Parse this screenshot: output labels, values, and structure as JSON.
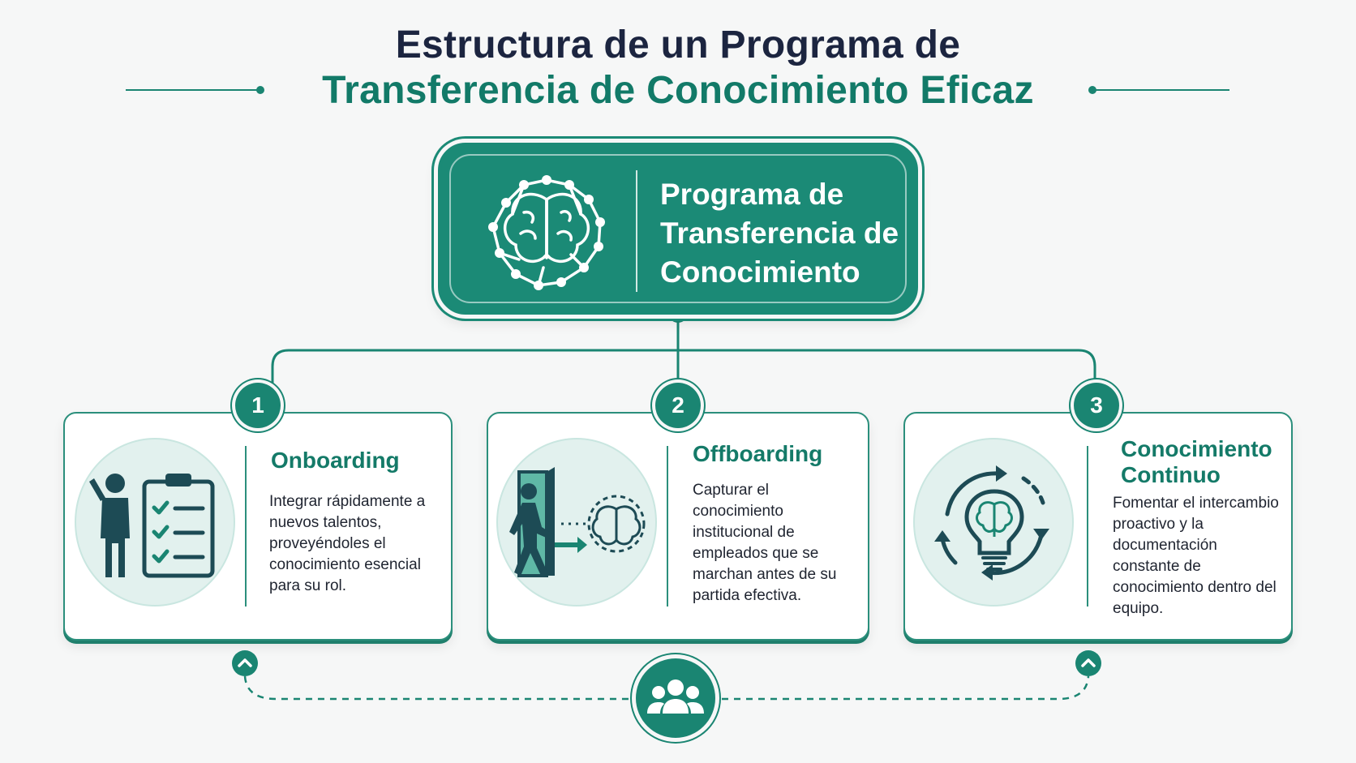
{
  "title": {
    "line1": "Estructura de un Programa de",
    "line2": "Transferencia de Conocimiento Eficaz"
  },
  "center": {
    "title": "Programa de Transferencia de Conocimiento",
    "icon": "brain-network-icon"
  },
  "cards": [
    {
      "number": "1",
      "title": "Onboarding",
      "description": "Integrar rápidamente a nuevos talentos, proveyéndoles el conocimiento esencial para su rol.",
      "icon": "person-checklist-icon"
    },
    {
      "number": "2",
      "title": "Offboarding",
      "description": "Capturar el conocimiento institucional de empleados que se marchan antes de su partida efectiva.",
      "icon": "person-exiting-door-brain-icon"
    },
    {
      "number": "3",
      "title": "Conocimiento Continuo",
      "description": "Fomentar el intercambio proactivo y la documentación constante de conocimiento dentro del equipo.",
      "icon": "cycle-lightbulb-brain-icon"
    }
  ],
  "footer": {
    "icon": "team-group-icon"
  },
  "colors": {
    "primary": "#1a8572",
    "title_dark": "#1c2540",
    "title_teal": "#127a68",
    "circle_bg": "#e2f1ee"
  }
}
